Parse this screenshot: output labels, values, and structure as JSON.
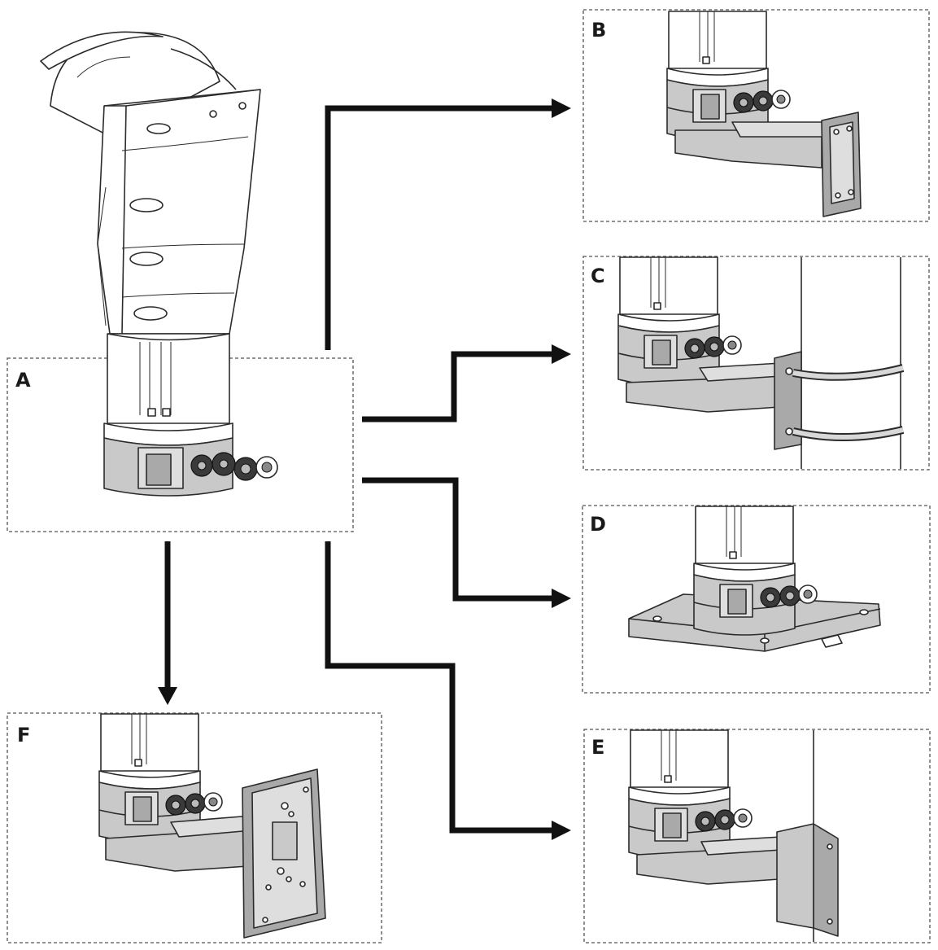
{
  "panels": {
    "a": {
      "label": "A"
    },
    "b": {
      "label": "B"
    },
    "c": {
      "label": "C"
    },
    "d": {
      "label": "D"
    },
    "e": {
      "label": "E"
    },
    "f": {
      "label": "F"
    }
  },
  "colors": {
    "line": "#2b2b2b",
    "arrow": "#111111",
    "metal": "#c9c9c9",
    "dashed_frame": "#555555"
  },
  "icons": {
    "a": "camera-housing-icon",
    "b": "wall-bracket-icon",
    "c": "pole-mount-bracket-icon",
    "d": "parapet-mount-plate-icon",
    "e": "corner-mount-bracket-icon",
    "f": "wall-bracket-large-plate-icon"
  }
}
